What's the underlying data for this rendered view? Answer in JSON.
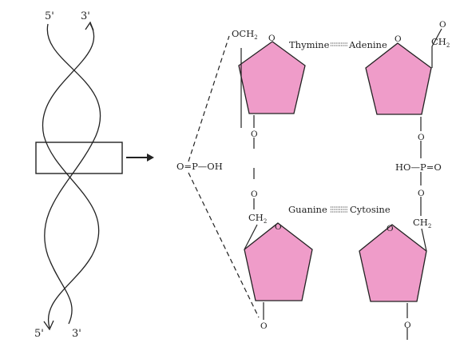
{
  "colors": {
    "sugar_fill": "#ef9cc9",
    "line": "#222222",
    "background": "#ffffff"
  },
  "helix": {
    "top_left_end": "5'",
    "top_right_end": "3'",
    "bottom_left_end": "5'",
    "bottom_right_end": "3'"
  },
  "phosphate_left": "O=P—OH",
  "top_pair": {
    "left_base": "Thymine",
    "right_base": "Adenine",
    "left_group": "OCH",
    "left_group_sub": "2",
    "right_group": "CH",
    "right_group_sub": "2",
    "ring_oxygen": "O",
    "bond_oxygen": "O"
  },
  "bottom_pair": {
    "left_base": "Guanine",
    "right_base": "Cytosine",
    "left_group": "CH",
    "left_group_sub": "2",
    "right_group": "CH",
    "right_group_sub": "2",
    "ring_oxygen": "O",
    "bond_oxygen": "O"
  },
  "phosphate_right": {
    "label": "HO—P=O"
  }
}
